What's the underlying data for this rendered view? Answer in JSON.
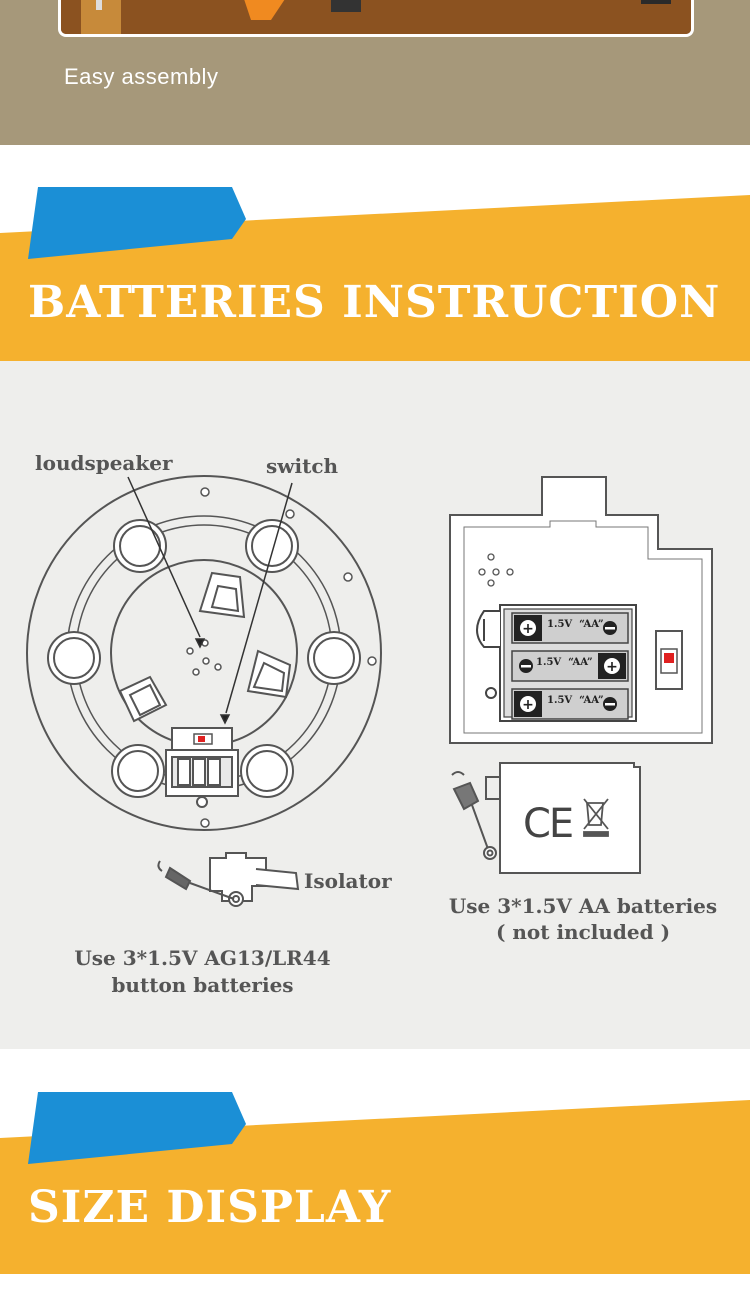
{
  "top_section": {
    "caption": "Easy assembly"
  },
  "batteries_banner": {
    "title": "BATTERIES INSTRUCTION"
  },
  "left_diagram": {
    "label_loudspeaker": "loudspeaker",
    "label_switch": "switch",
    "label_isolator": "Isolator",
    "caption_line1": "Use 3*1.5V AG13/LR44",
    "caption_line2": "button batteries"
  },
  "right_diagram": {
    "battery_label": "1.5V  “AA”",
    "caption_line1": "Use 3*1.5V AA batteries",
    "caption_line2": "( not included )",
    "ce_mark": "CE"
  },
  "size_banner": {
    "title": "SIZE DISPLAY"
  },
  "colors": {
    "accent_orange": "#f5b12e",
    "accent_blue": "#1b8fd6",
    "band_brown": "#a6987a"
  }
}
